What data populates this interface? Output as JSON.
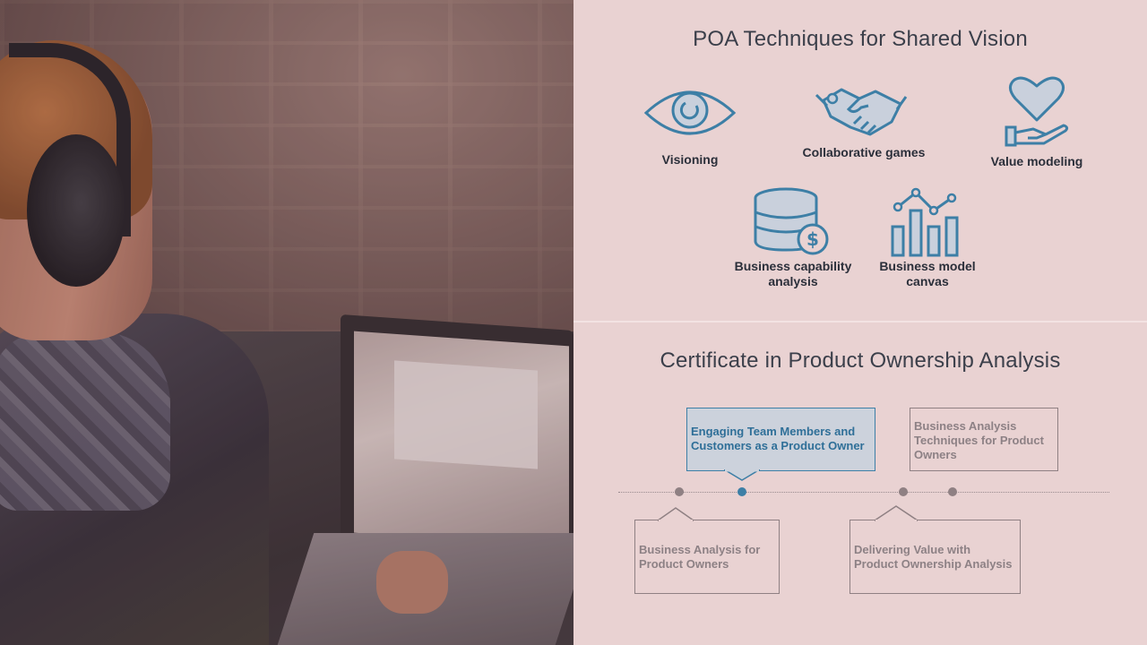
{
  "shared_vision": {
    "title": "POA Techniques for Shared Vision",
    "techniques": [
      {
        "label": "Visioning",
        "icon": "eye-icon"
      },
      {
        "label": "Collaborative games",
        "icon": "handshake-icon"
      },
      {
        "label": "Value modeling",
        "icon": "heart-hand-icon"
      },
      {
        "label": "Business capability analysis",
        "icon": "database-dollar-icon"
      },
      {
        "label": "Business model canvas",
        "icon": "bar-line-chart-icon"
      }
    ]
  },
  "certificate": {
    "title": "Certificate in Product Ownership Analysis",
    "courses": [
      {
        "label": "Business Analysis for Product Owners",
        "active": false
      },
      {
        "label": "Engaging Team Members and Customers as a Product Owner",
        "active": true
      },
      {
        "label": "Delivering Value with Product Ownership Analysis",
        "active": false
      },
      {
        "label": "Business Analysis Techniques for Product Owners",
        "active": false
      }
    ]
  },
  "colors": {
    "panel_background": "#e9d2d2",
    "icon_accent": "#3d7fa6",
    "active_card_background": "#ccd2dc",
    "inactive_text": "#8d8185"
  }
}
